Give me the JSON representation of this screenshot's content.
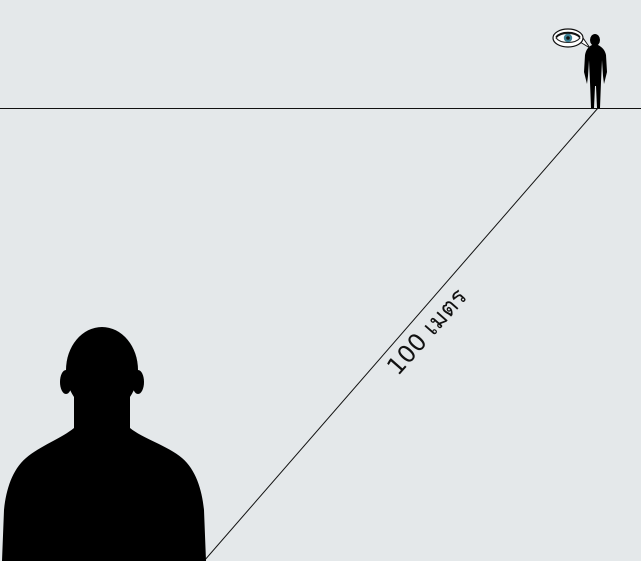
{
  "scene": {
    "distance_label": "100 เมตร",
    "background_color": "#e4e8ea",
    "silhouette_color": "#000000",
    "eye_iris_color": "#3c7f94",
    "icons": [
      "near-person-silhouette",
      "far-person-silhouette",
      "eye-icon"
    ]
  }
}
